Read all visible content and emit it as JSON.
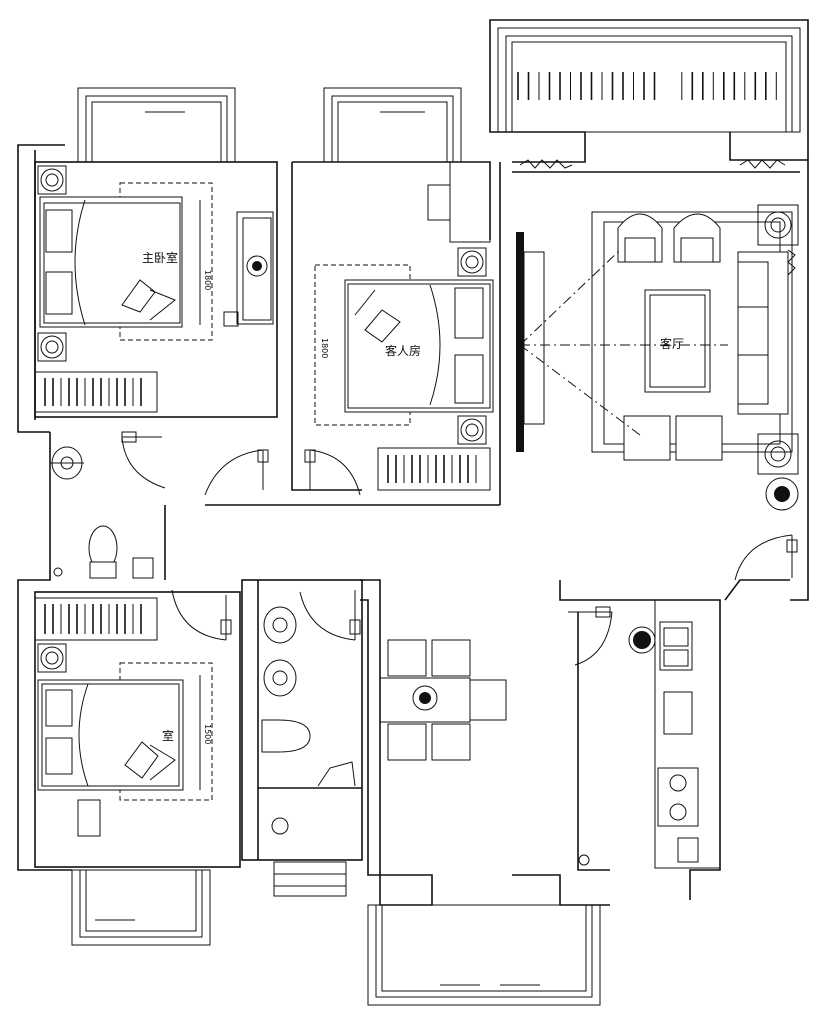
{
  "rooms": {
    "master_bedroom": "主卧室",
    "guest_room": "客人房",
    "living_room": "客厅",
    "second_bedroom": "室"
  },
  "dimensions": {
    "master_bed": "1800",
    "guest_bed": "1800",
    "second_bed": "1500"
  },
  "colors": {
    "line": "#111111",
    "background": "#ffffff"
  }
}
